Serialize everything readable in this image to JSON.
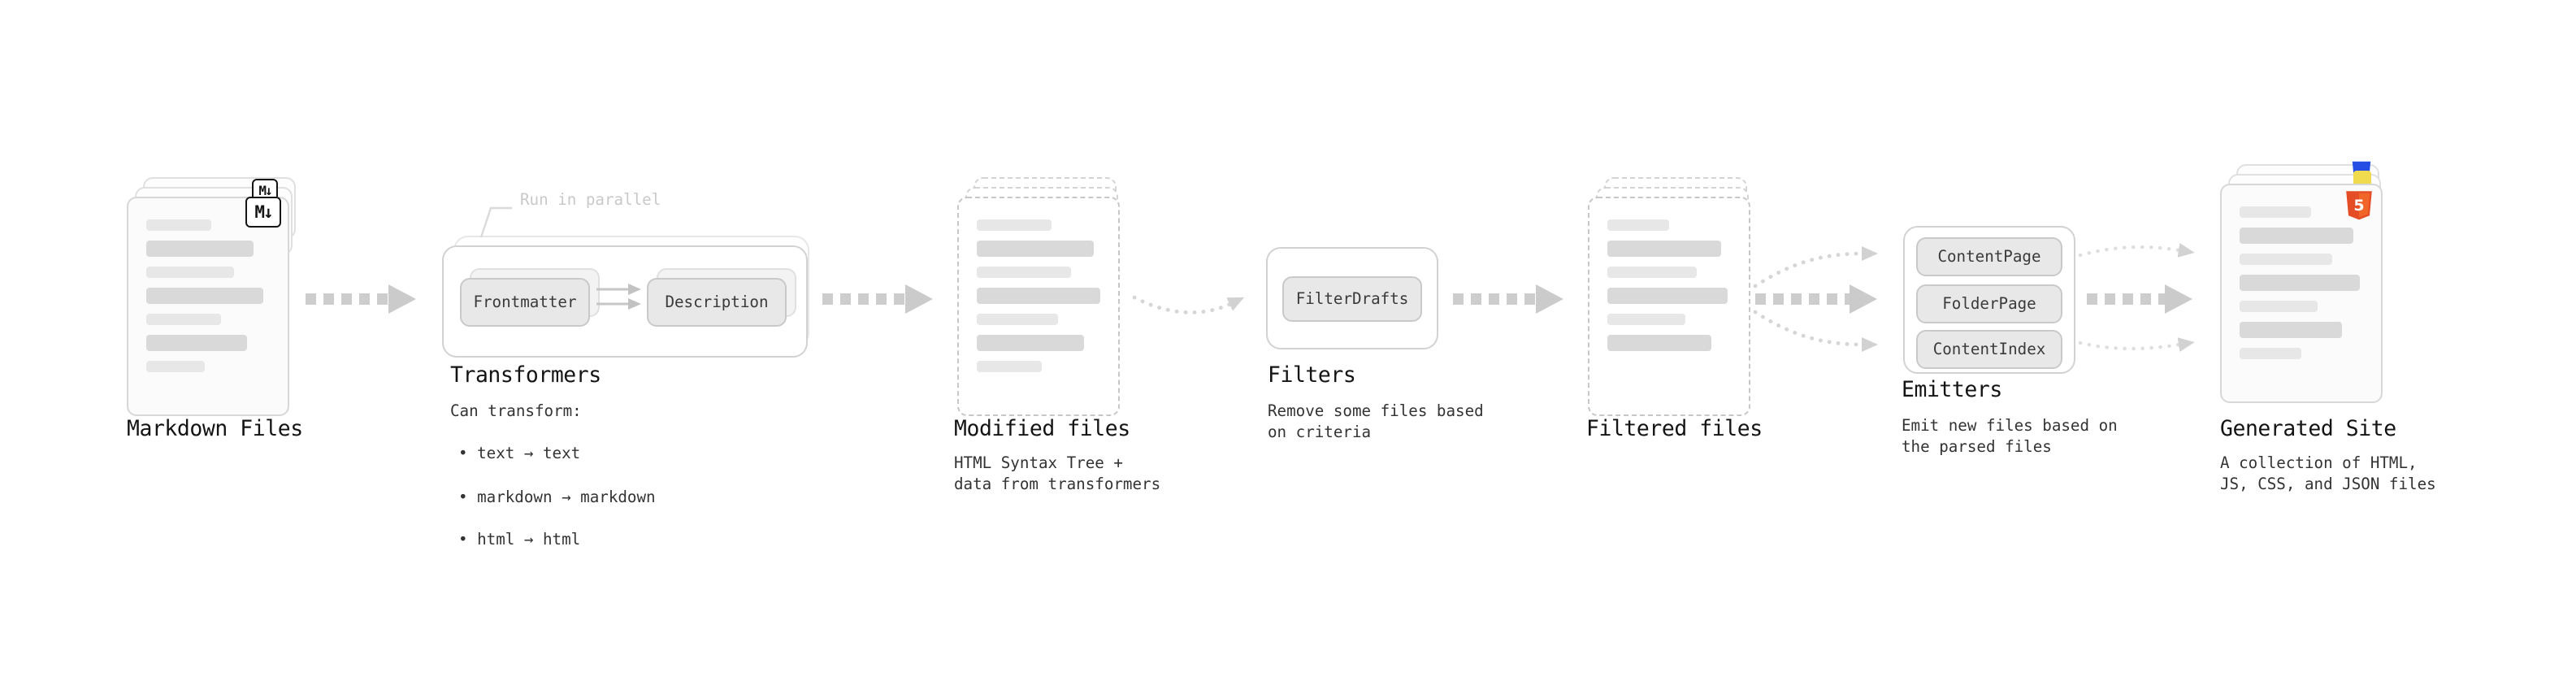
{
  "colors": {
    "arrow_gray": "#cccccc",
    "html5_orange": "#e44d26",
    "css3_blue": "#264de4",
    "js_yellow": "#f0db4f"
  },
  "icons": {
    "markdown_badge": "M↓",
    "html5_text": "5"
  },
  "stages": {
    "markdown": {
      "title": "Markdown Files"
    },
    "transformers": {
      "title": "Transformers",
      "annotation": "Run in parallel",
      "cards": {
        "frontmatter": "Frontmatter",
        "description": "Description"
      },
      "desc_heading": "Can transform:",
      "bullets": [
        "• text → text",
        "• markdown → markdown",
        "• html → html"
      ]
    },
    "modified": {
      "title": "Modified files",
      "desc": "HTML Syntax Tree +\ndata from transformers"
    },
    "filters": {
      "title": "Filters",
      "pill": "FilterDrafts",
      "desc": "Remove some files based\non criteria"
    },
    "filtered": {
      "title": "Filtered files"
    },
    "emitters": {
      "title": "Emitters",
      "pills": [
        "ContentPage",
        "FolderPage",
        "ContentIndex"
      ],
      "desc": "Emit new files based on\nthe parsed files"
    },
    "generated": {
      "title": "Generated Site",
      "desc": "A collection of HTML,\nJS, CSS, and JSON files"
    }
  }
}
